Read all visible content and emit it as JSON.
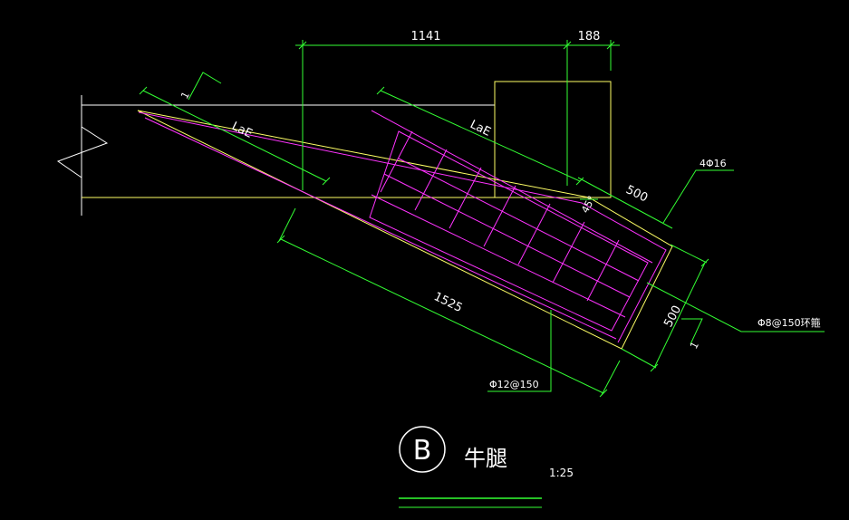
{
  "drawing": {
    "colors": {
      "background": "#000000",
      "outline": "#ffff66",
      "dimension": "#33ff33",
      "rebar": "#ff33ff",
      "text": "#ffffff",
      "wall": "#ffffff"
    },
    "dimensions": {
      "top_width": "1141",
      "top_right": "188",
      "diag_top": "500",
      "bottom_length": "1525",
      "end_height": "500",
      "angle": "45°"
    },
    "labels": {
      "anchor_left": "LaE",
      "anchor_right": "LaE",
      "top_bars": "4Φ16",
      "stirrups": "Φ8@150",
      "stirrups_suffix": "环箍",
      "bottom_bars": "Φ12@150",
      "section_mark_top": "1",
      "section_mark_bottom": "1"
    },
    "title": {
      "badge_letter": "B",
      "name": "牛腿",
      "scale": "1:25"
    }
  }
}
